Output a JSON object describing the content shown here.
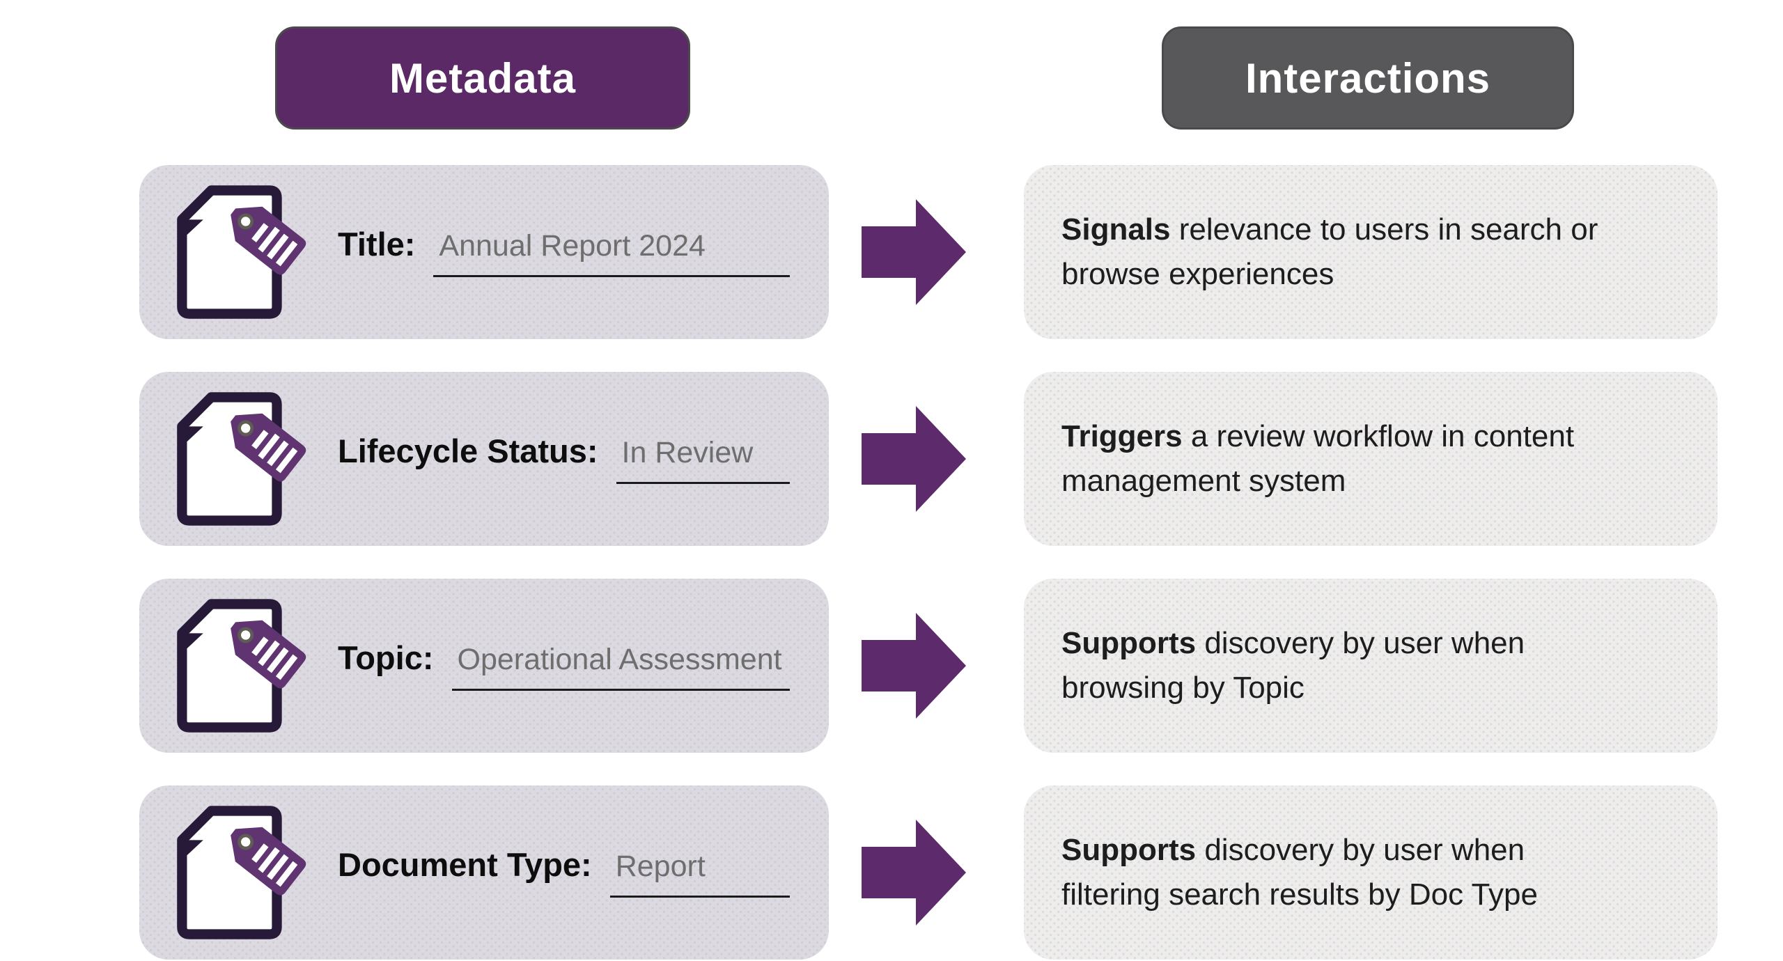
{
  "colors": {
    "canvas_bg": "#ffffff",
    "metadata_pill_bg": "#5b2a66",
    "interactions_pill_bg": "#58585a",
    "pill_border": "#4a4a4c",
    "pill_text": "#ffffff",
    "left_card_bg": "#dbd9e2",
    "right_card_bg": "#ededee",
    "arrow": "#5d2b6b",
    "tag": "#5f3471",
    "page_outline": "#271a38",
    "hole_ring": "#5d5d54",
    "label_text": "#0d0d0d",
    "value_text": "#6e6e6e",
    "underline": "#1a1a1a",
    "body_text": "#1d1d1d"
  },
  "headers": {
    "metadata": "Metadata",
    "interactions": "Interactions"
  },
  "icons": {
    "document_tag": "document-with-price-tag",
    "arrow": "right-block-arrow"
  },
  "rows": [
    {
      "field_label": "Title:",
      "field_value": "Annual Report 2024",
      "interaction_lead": "Signals",
      "interaction_rest": " relevance to users in search or\nbrowse experiences"
    },
    {
      "field_label": "Lifecycle Status:",
      "field_value": "In Review",
      "interaction_lead": "Triggers",
      "interaction_rest": " a review workflow in content\nmanagement system"
    },
    {
      "field_label": "Topic:",
      "field_value": "Operational Assessment",
      "interaction_lead": "Supports",
      "interaction_rest": " discovery by user when\nbrowsing by Topic"
    },
    {
      "field_label": "Document Type:",
      "field_value": "Report",
      "interaction_lead": "Supports",
      "interaction_rest": " discovery by user when\nfiltering search results by Doc Type"
    }
  ]
}
